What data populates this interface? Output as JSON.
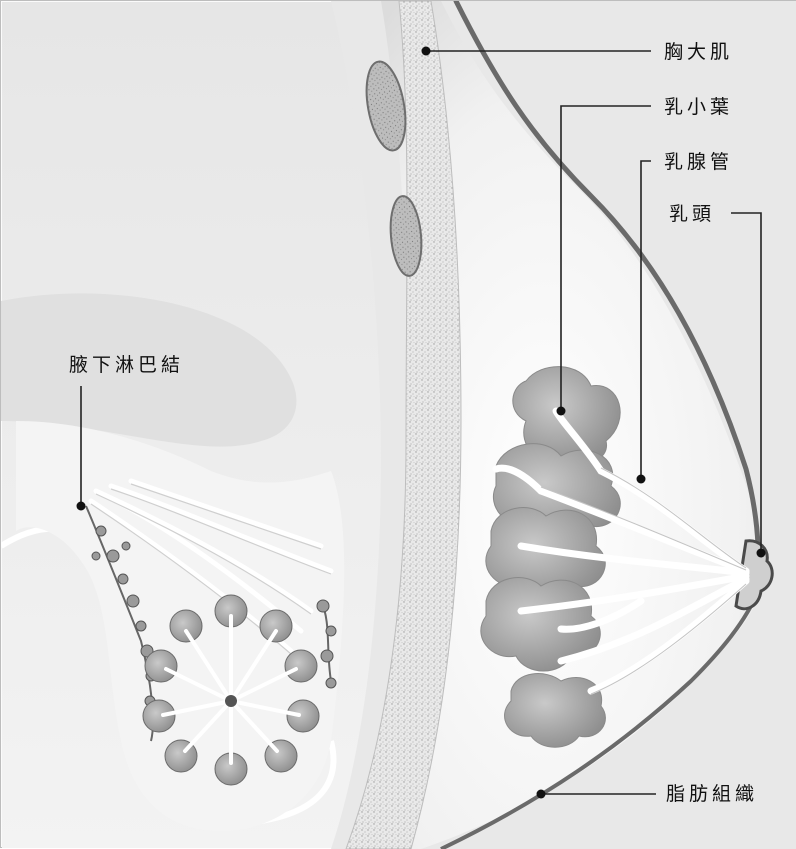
{
  "labels": {
    "pectoralis_major": "胸大肌",
    "lobules": "乳小葉",
    "lactiferous_ducts": "乳腺管",
    "nipple": "乳頭",
    "axillary_lymph_nodes": "腋下淋巴結",
    "adipose_tissue": "脂肪組織"
  },
  "colors": {
    "background": "#fbfbfb",
    "skin_outline": "#555555",
    "tissue_gray": "#9a9a9a",
    "leader_line": "#222222"
  }
}
